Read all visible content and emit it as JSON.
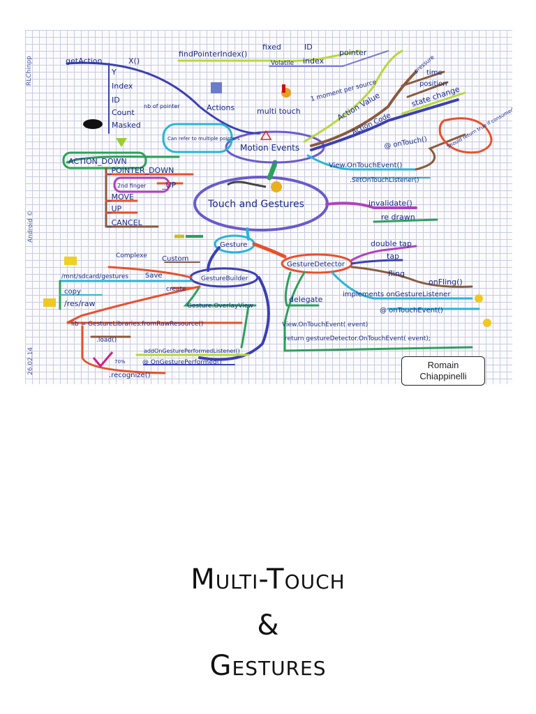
{
  "mindmap": {
    "side_labels": {
      "handle": "RLChinpp",
      "copyright": "Android ©",
      "date": "26.02.14"
    },
    "center": "Touch and Gestures",
    "motion_events": {
      "label": "Motion Events",
      "refer_note": "Can refer to multiple pointers",
      "actions": "Actions",
      "multi_touch": "multi touch",
      "one_moment": "1 moment per source",
      "get_action": "getAction",
      "get_action_x": "X()",
      "get_action_items": [
        "Y",
        "Index",
        "ID",
        "Count",
        "Masked"
      ],
      "nb_pointer": "nb of pointer",
      "find_pointer": "findPointerIndex()",
      "fixed": "fixed",
      "id": "ID",
      "pointer": "pointer",
      "volatile": "Volatile",
      "index": "index",
      "action_value": "Action Value",
      "pressure": "pressure",
      "time": "time",
      "position": "position",
      "state_change": "state change",
      "action_code": "Action Code",
      "view_on_touch": "View.OnTouchEvent()",
      "set_listener": ".SetOnTouchListener()",
      "on_touch": "@ onTouch()",
      "should_return": "Should return true if consumed the event"
    },
    "actions_list": {
      "action_down": "ACTION_DOWN",
      "pointer_down": "_POINTER_DOWN",
      "second_finger": "2nd finger",
      "up": "_UP",
      "move": "_MOVE",
      "up2": "_UP",
      "cancel": "_CANCEL"
    },
    "invalidate": "invalidate()",
    "redrawn": "re drawn",
    "gesture": "Gesture",
    "detector": {
      "label": "GestureDetector",
      "double_tap": "double tap",
      "tap": "tap",
      "fling": "fling",
      "on_fling": "onFling()",
      "delegate": "delegate",
      "implements": "implements onGestureListener",
      "on_touch_event": "@ onTouchEvent()",
      "view_line": "View.OnTouchEvent( event)",
      "return_line": "return gestureDetector.OnTouchEvent( event);"
    },
    "builder": {
      "label": "GestureBuilder",
      "complexe": "Complexe",
      "custom": "Custom",
      "path_sd": "/mnt/sdcard/gestures",
      "save": "Save",
      "create": "create",
      "copy": "copy",
      "res_raw": "/res/raw",
      "overlay_view": "Gesture.OverlayView",
      "lib_line": "lib = GestureLibraries.fromRawResource()",
      "load": ".load()",
      "add_listener": "addOnGesturePerformedListener()",
      "on_performed": "@ OnGesturePerformed()",
      "percent": "70%",
      "recognize": ".recognize()"
    }
  },
  "author": {
    "first": "Romain",
    "last": "Chiappinelli"
  },
  "title": {
    "line1": "Multi-Touch",
    "line2": "&",
    "line3": "Gestures"
  }
}
